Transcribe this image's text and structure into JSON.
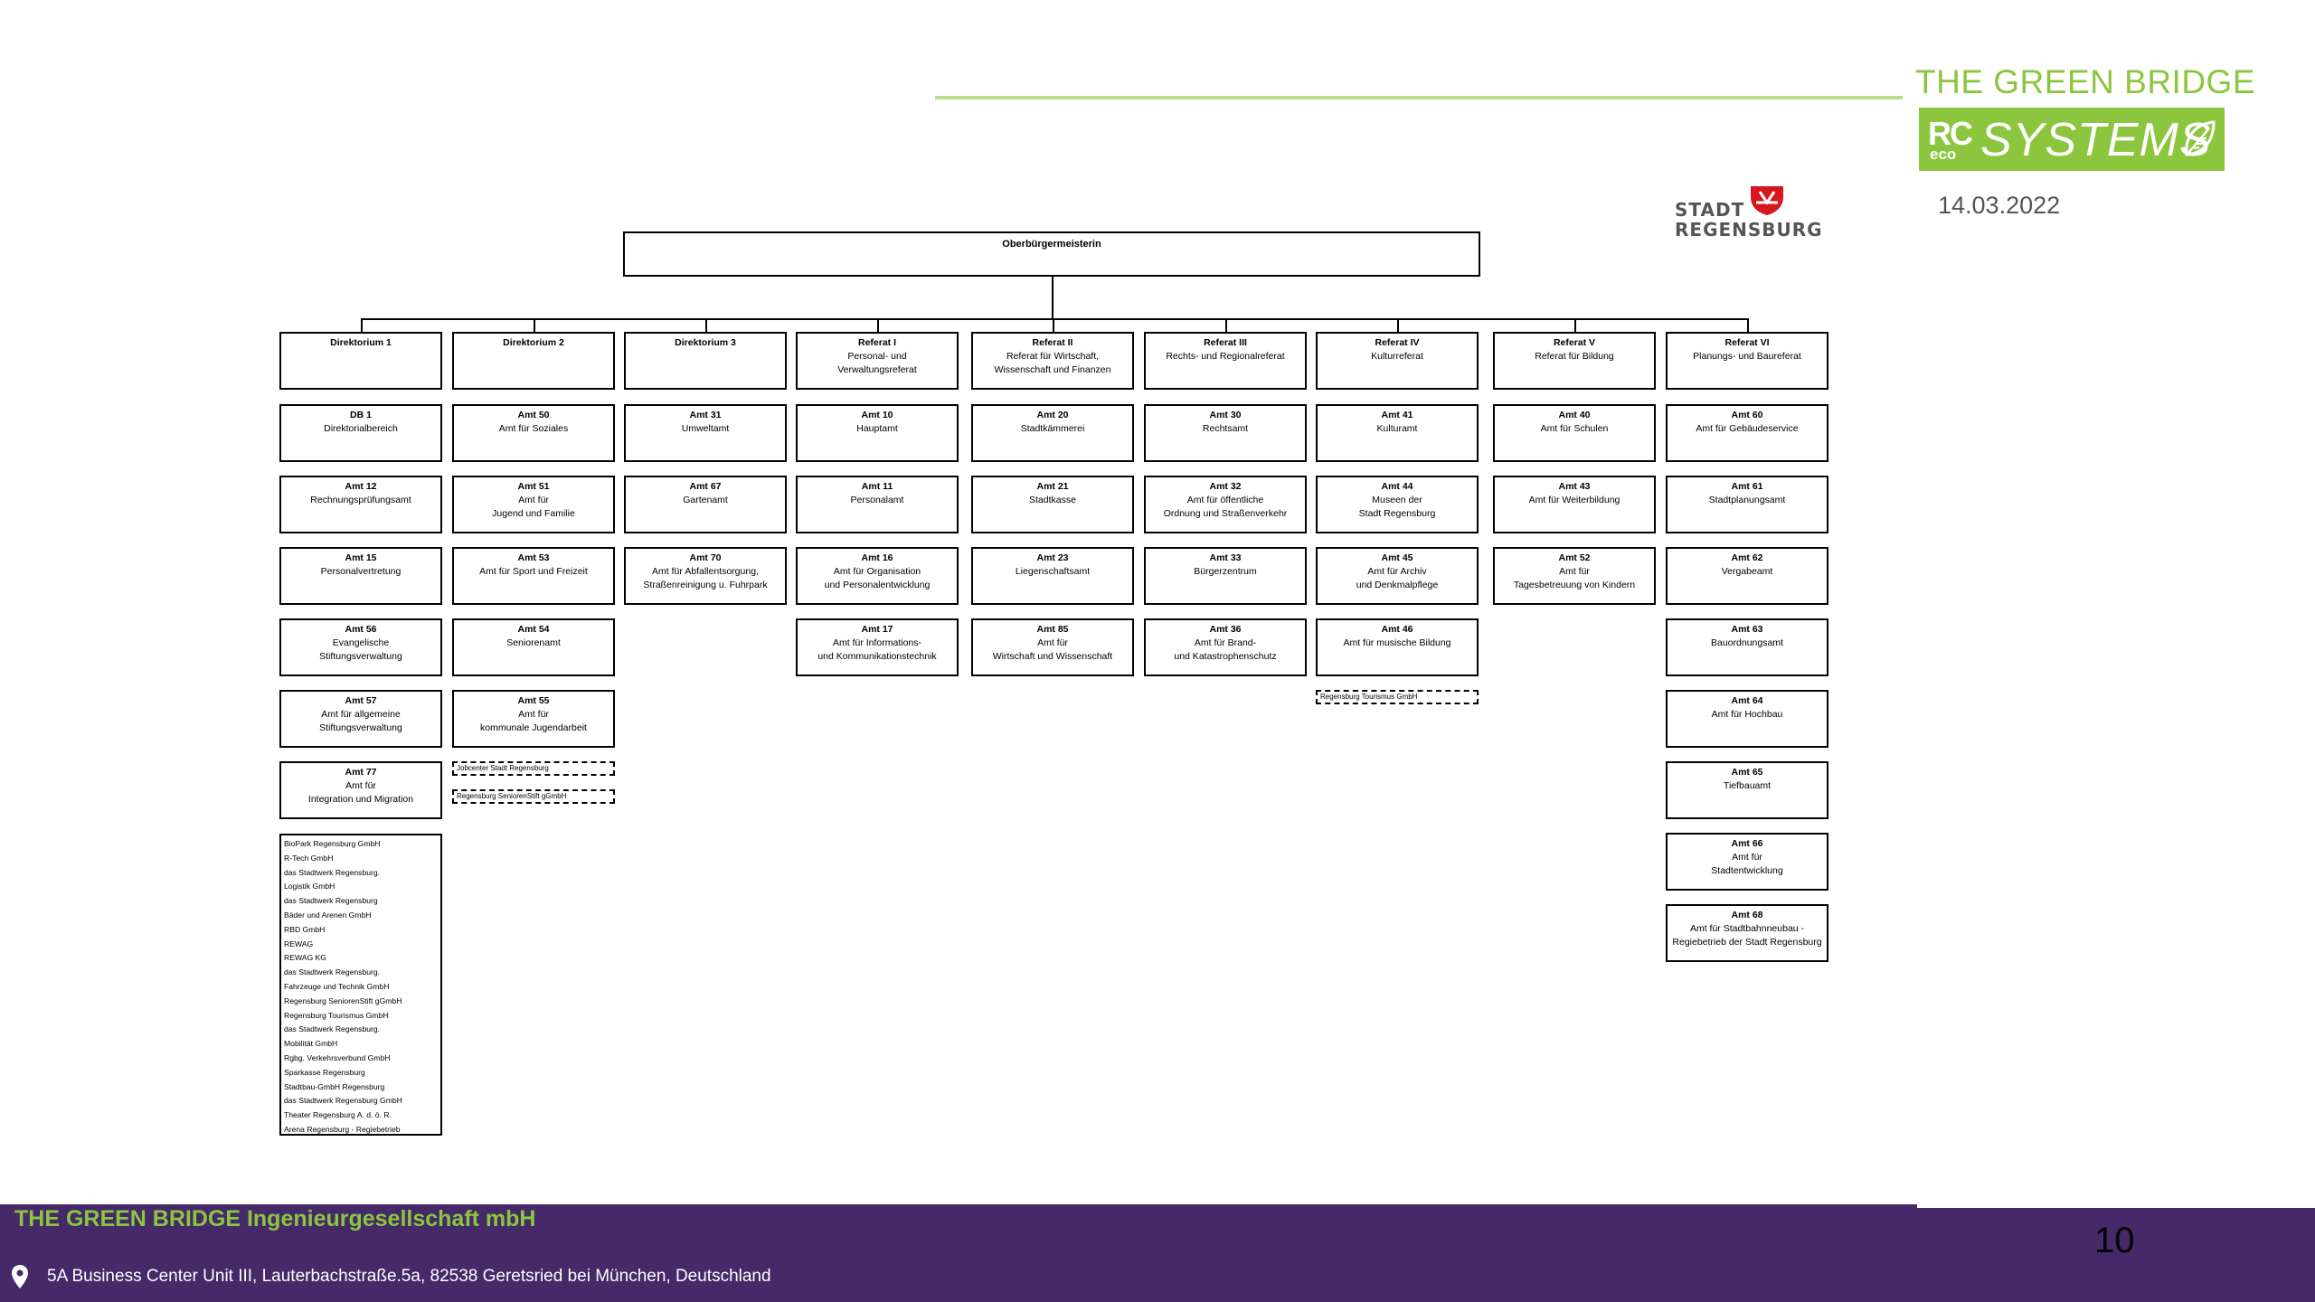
{
  "header": {
    "brand_title": "THE GREEN BRIDGE",
    "logo_rc": "RC",
    "logo_eco": "eco",
    "logo_systems": "SYSTEMS",
    "date": "14.03.2022",
    "stadt_line1": "STADT",
    "stadt_line2": "REGENSBURG"
  },
  "org_chart": {
    "root": "Oberbürgermeisterin",
    "columns": [
      {
        "head": {
          "title": "Direktorium 1",
          "sub": ""
        },
        "units": [
          {
            "title": "DB 1",
            "sub": "Direktorialbereich"
          },
          {
            "title": "Amt 12",
            "sub": "Rechnungsprüfungsamt"
          },
          {
            "title": "Amt 15",
            "sub": "Personalvertretung"
          },
          {
            "title": "Amt 56",
            "sub": "Evangelische\nStiftungsverwaltung"
          },
          {
            "title": "Amt 57",
            "sub": "Amt für allgemeine\nStiftungsverwaltung"
          },
          {
            "title": "Amt 77",
            "sub": "Amt für\nIntegration und Migration"
          }
        ],
        "affiliates": [],
        "companies": [
          "BioPark Regensburg GmbH",
          "R-Tech GmbH",
          "das Stadtwerk Regensburg.",
          "Logistik GmbH",
          "das Stadtwerk Regensburg",
          "Bäder und Arenen GmbH",
          "RBD GmbH",
          "REWAG",
          "REWAG KG",
          "das Stadtwerk Regensburg.",
          "Fahrzeuge und Technik GmbH",
          "Regensburg SeniorenStift gGmbH",
          "Regensburg Tourismus GmbH",
          "das Stadtwerk Regensburg.",
          "Mobilität GmbH",
          "Rgbg. Verkehrsverbund GmbH",
          "Sparkasse Regensburg",
          "Stadtbau-GmbH Regensburg",
          "das Stadtwerk Regensburg GmbH",
          "Theater Regensburg A. d. ö. R.",
          "Arena Regensburg - Regiebetrieb"
        ]
      },
      {
        "head": {
          "title": "Direktorium 2",
          "sub": ""
        },
        "units": [
          {
            "title": "Amt 50",
            "sub": "Amt für Soziales"
          },
          {
            "title": "Amt 51",
            "sub": "Amt für\nJugend und Familie"
          },
          {
            "title": "Amt 53",
            "sub": "Amt für Sport und Freizeit"
          },
          {
            "title": "Amt 54",
            "sub": "Seniorenamt"
          },
          {
            "title": "Amt 55",
            "sub": "Amt für\nkommunale Jugendarbeit"
          }
        ],
        "affiliates": [
          "Jobcenter Stadt Regensburg",
          "Regensburg SeniorenStift gGmbH"
        ]
      },
      {
        "head": {
          "title": "Direktorium 3",
          "sub": ""
        },
        "units": [
          {
            "title": "Amt 31",
            "sub": "Umweltamt"
          },
          {
            "title": "Amt 67",
            "sub": "Gartenamt"
          },
          {
            "title": "Amt 70",
            "sub": "Amt für Abfallentsorgung,\nStraßenreinigung u. Fuhrpark"
          }
        ],
        "affiliates": []
      },
      {
        "head": {
          "title": "Referat I",
          "sub": "Personal- und\nVerwaltungsreferat"
        },
        "units": [
          {
            "title": "Amt 10",
            "sub": "Hauptamt"
          },
          {
            "title": "Amt 11",
            "sub": "Personalamt"
          },
          {
            "title": "Amt 16",
            "sub": "Amt für Organisation\nund Personalentwicklung"
          },
          {
            "title": "Amt 17",
            "sub": "Amt für Informations-\nund Kommunikationstechnik"
          }
        ],
        "affiliates": []
      },
      {
        "head": {
          "title": "Referat II",
          "sub": "Referat für Wirtschaft,\nWissenschaft und Finanzen"
        },
        "units": [
          {
            "title": "Amt 20",
            "sub": "Stadtkämmerei"
          },
          {
            "title": "Amt 21",
            "sub": "Stadtkasse"
          },
          {
            "title": "Amt 23",
            "sub": "Liegenschaftsamt"
          },
          {
            "title": "Amt 85",
            "sub": "Amt für\nWirtschaft und Wissenschaft"
          }
        ],
        "affiliates": []
      },
      {
        "head": {
          "title": "Referat III",
          "sub": "Rechts- und Regionalreferat"
        },
        "units": [
          {
            "title": "Amt 30",
            "sub": "Rechtsamt"
          },
          {
            "title": "Amt 32",
            "sub": "Amt für öffentliche\nOrdnung und Straßenverkehr"
          },
          {
            "title": "Amt 33",
            "sub": "Bürgerzentrum"
          },
          {
            "title": "Amt 36",
            "sub": "Amt für Brand-\nund Katastrophenschutz"
          }
        ],
        "affiliates": []
      },
      {
        "head": {
          "title": "Referat IV",
          "sub": "Kulturreferat"
        },
        "units": [
          {
            "title": "Amt 41",
            "sub": "Kulturamt"
          },
          {
            "title": "Amt 44",
            "sub": "Museen der\nStadt Regensburg"
          },
          {
            "title": "Amt 45",
            "sub": "Amt für Archiv\nund Denkmalpflege"
          },
          {
            "title": "Amt 46",
            "sub": "Amt für musische Bildung"
          }
        ],
        "affiliates": [
          "Regensburg Tourismus GmbH"
        ]
      },
      {
        "head": {
          "title": "Referat V",
          "sub": "Referat für Bildung"
        },
        "units": [
          {
            "title": "Amt 40",
            "sub": "Amt für Schulen"
          },
          {
            "title": "Amt 43",
            "sub": "Amt für Weiterbildung"
          },
          {
            "title": "Amt 52",
            "sub": "Amt für\nTagesbetreuung von Kindern"
          }
        ],
        "affiliates": []
      },
      {
        "head": {
          "title": "Referat VI",
          "sub": "Planungs- und Baureferat"
        },
        "units": [
          {
            "title": "Amt 60",
            "sub": "Amt für Gebäudeservice"
          },
          {
            "title": "Amt 61",
            "sub": "Stadtplanungsamt"
          },
          {
            "title": "Amt 62",
            "sub": "Vergabeamt"
          },
          {
            "title": "Amt 63",
            "sub": "Bauordnungsamt"
          },
          {
            "title": "Amt 64",
            "sub": "Amt für Hochbau"
          },
          {
            "title": "Amt 65",
            "sub": "Tiefbauamt"
          },
          {
            "title": "Amt 66",
            "sub": "Amt für\nStadtentwicklung"
          },
          {
            "title": "Amt 68",
            "sub": "Amt für Stadtbahnneubau -\nRegiebetrieb der Stadt Regensburg"
          }
        ],
        "affiliates": []
      }
    ]
  },
  "footer": {
    "company": "THE GREEN BRIDGE Ingenieurgesellschaft mbH",
    "address": "5A Business Center Unit III, Lauterbachstraße.5a, 82538 Geretsried bei München, Deutschland",
    "page_number": "10"
  },
  "colors": {
    "brand_green": "#8cc63f",
    "footer_purple": "#452968"
  },
  "icons": [
    "leaf-icon",
    "crest-icon",
    "location-pin-icon"
  ]
}
